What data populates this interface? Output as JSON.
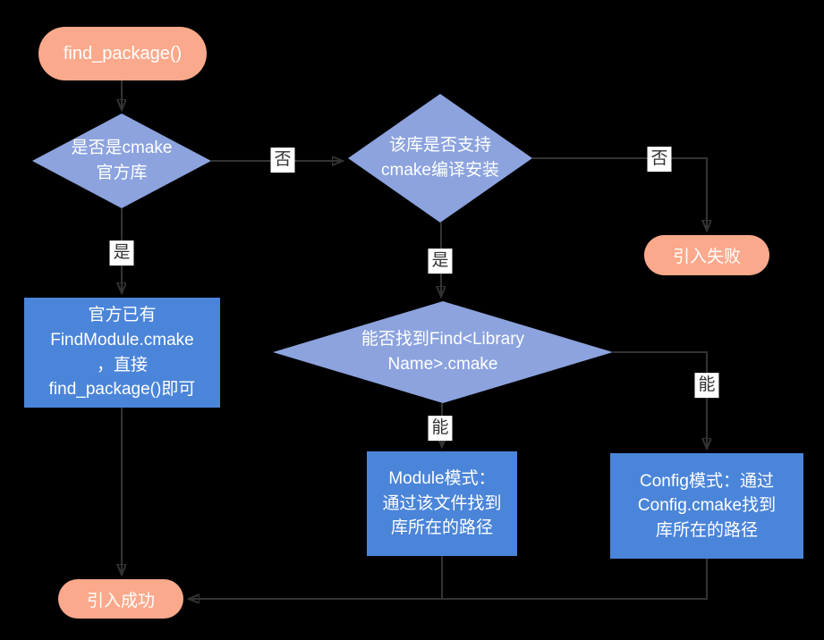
{
  "diagram": {
    "colors": {
      "bg": "#000000",
      "salmon": "#FBA98C",
      "diamond": "#8CA3DE",
      "process": "#4B85D9",
      "arrow": "#333333",
      "label-bg": "#ffffff",
      "label-text": "#333333"
    },
    "nodes": {
      "start": {
        "label": "find_package()"
      },
      "decision_official": {
        "label": "是否是cmake\n官方库"
      },
      "decision_support": {
        "label": "该库是否支持\ncmake编译安装"
      },
      "decision_findfile": {
        "label": "能否找到Find<Library\nName>.cmake"
      },
      "official_module": {
        "label": "官方已有\nFindModule.cmake\n，直接\nfind_package()即可"
      },
      "module_mode": {
        "label": "Module模式：\n通过该文件找到\n库所在的路径"
      },
      "config_mode": {
        "label": "Config模式：通过\nConfig.cmake找到\n库所在的路径"
      },
      "fail": {
        "label": "引入失败"
      },
      "success": {
        "label": "引入成功"
      }
    },
    "edge_labels": {
      "no1": "否",
      "no2": "否",
      "yes1": "是",
      "yes2": "是",
      "can1": "能",
      "can2": "能"
    }
  }
}
